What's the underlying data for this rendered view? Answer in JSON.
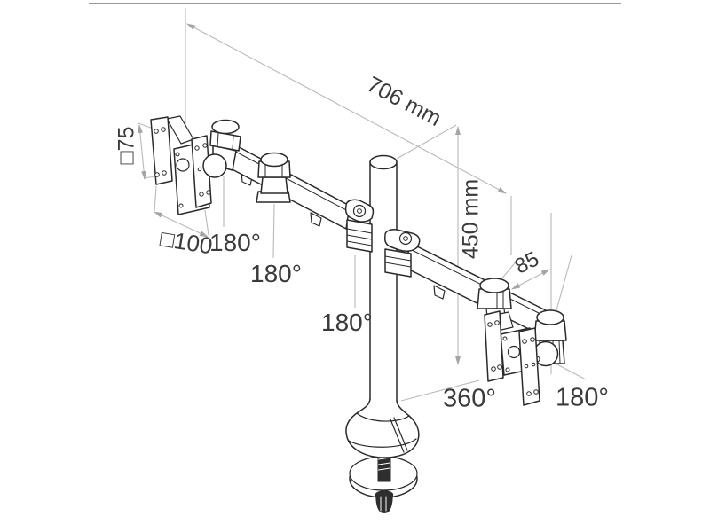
{
  "diagram": {
    "title": "Dual monitor desk mount arm - dimensional line drawing",
    "background_color": "#ffffff",
    "product_line_color": "#2a2a2a",
    "dimension_line_color": "#b9b9b9",
    "label_color": "#3a3a3a",
    "labels": {
      "arm_span": "706 mm",
      "pole_height": "450 mm",
      "vesa_small": "□75",
      "vesa_large": "□100",
      "arm_end_offset": "85",
      "rotation_left_joint": "180°",
      "rotation_mid_joint": "180°",
      "rotation_pole_joint": "180°",
      "rotation_pole_base": "360°",
      "rotation_right_joint": "180°"
    }
  }
}
